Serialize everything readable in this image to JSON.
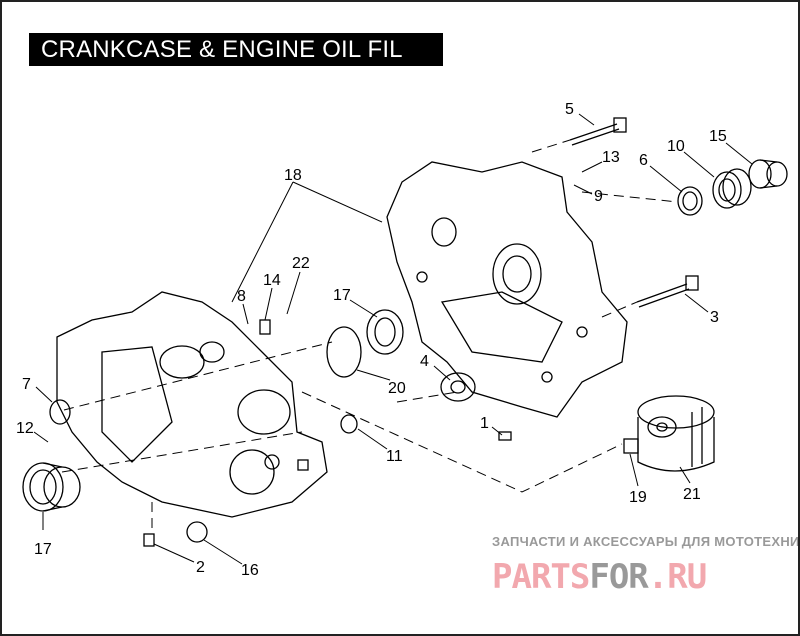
{
  "title": "CRANKCASE & ENGINE OIL FIL TER",
  "callouts": [
    "5",
    "13",
    "9",
    "6",
    "10",
    "15",
    "18",
    "3",
    "17",
    "22",
    "14",
    "8",
    "4",
    "20",
    "7",
    "12",
    "1",
    "11",
    "17",
    "19",
    "21",
    "2",
    "16"
  ],
  "watermark": {
    "tagline": "ЗАПЧАСТИ И АКСЕССУАРЫ ДЛЯ МОТОТЕХНИКИ",
    "logo_part1": "PARTS",
    "logo_part2": "FOR",
    "logo_part3": ".RU"
  }
}
